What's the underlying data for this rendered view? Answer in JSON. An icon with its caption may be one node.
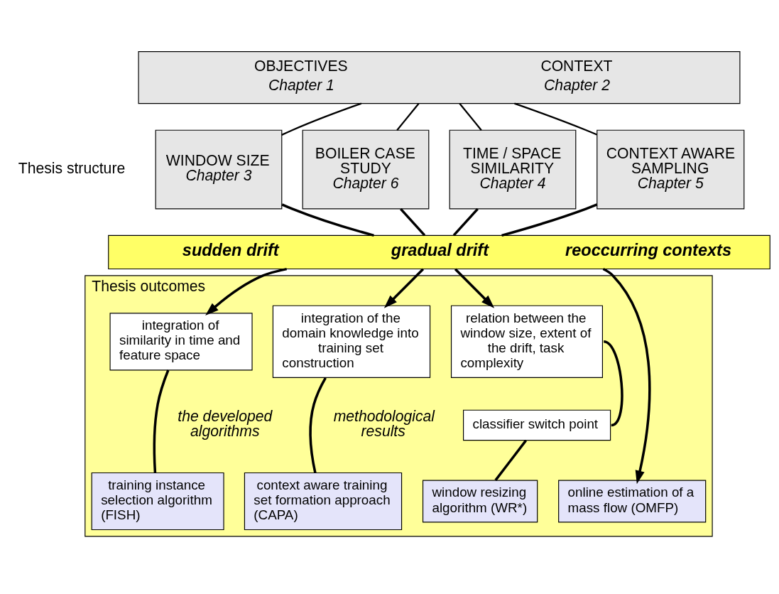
{
  "diagram": {
    "nodes": [
      {
        "text": [
          "OBJECTIVES",
          "Chapter 1",
          "CONTEXT",
          "Chapter 2"
        ]
      },
      {
        "text": [
          "WINDOW SIZE",
          "Chapter 3"
        ]
      },
      {
        "text": [
          "BOILER CASE STUDY",
          "Chapter 6"
        ]
      },
      {
        "text": [
          "TIME / SPACE SIMILARITY",
          "Chapter 4"
        ]
      },
      {
        "text": [
          "CONTEXT AWARE SAMPLING",
          "Chapter 5"
        ]
      },
      {
        "text": [
          "sudden drift",
          "gradual drift",
          "reoccurring contexts"
        ]
      },
      {
        "text": [
          "Thesis outcomes"
        ]
      },
      {
        "text": [
          "relation between the window size, extent of the drift, task complexity"
        ],
        "in": 6
      },
      {
        "text": [
          "classifier switch point"
        ],
        "in": 6
      },
      {
        "text": [
          "integration of similarity in time and feature space"
        ],
        "in": 6
      },
      {
        "text": [
          "integration of the domain knowledge into training set construction"
        ],
        "in": 6
      },
      {
        "text": [
          "window resizing algorithm (WR*)"
        ],
        "in": 6
      },
      {
        "text": [
          "online estimation of a mass flow (OMFP)"
        ],
        "in": 6
      },
      {
        "text": [
          "training instance selection algorithm (FISH)"
        ],
        "in": 6
      },
      {
        "text": [
          "context aware training set formation approach (CAPA)"
        ],
        "in": 6
      }
    ],
    "edges": [
      {
        "from": 0,
        "to": 1,
        "arrow": "none"
      },
      {
        "from": 0,
        "to": 2,
        "arrow": "none"
      },
      {
        "from": 0,
        "to": 3,
        "arrow": "none"
      },
      {
        "from": 0,
        "to": 4,
        "arrow": "none"
      },
      {
        "from": 1,
        "to": 5,
        "arrow": "none"
      },
      {
        "from": 2,
        "to": 5,
        "arrow": "none"
      },
      {
        "from": 3,
        "to": 5,
        "arrow": "none"
      },
      {
        "from": 4,
        "to": 5,
        "arrow": "none"
      },
      {
        "from": 5,
        "to": 7,
        "arrow": "to"
      },
      {
        "from": 5,
        "to": 12,
        "arrow": "to"
      },
      {
        "from": 5,
        "to": 9,
        "arrow": "to"
      },
      {
        "from": 5,
        "to": 10,
        "arrow": "to"
      },
      {
        "from": 7,
        "to": 8,
        "arrow": "none"
      },
      {
        "from": 8,
        "to": 11,
        "arrow": "none"
      },
      {
        "from": 9,
        "to": 13,
        "arrow": "none"
      },
      {
        "from": 10,
        "to": 14,
        "arrow": "none"
      }
    ],
    "labels": [
      "Thesis structure",
      "methodological results",
      "the developed algorithms"
    ]
  }
}
